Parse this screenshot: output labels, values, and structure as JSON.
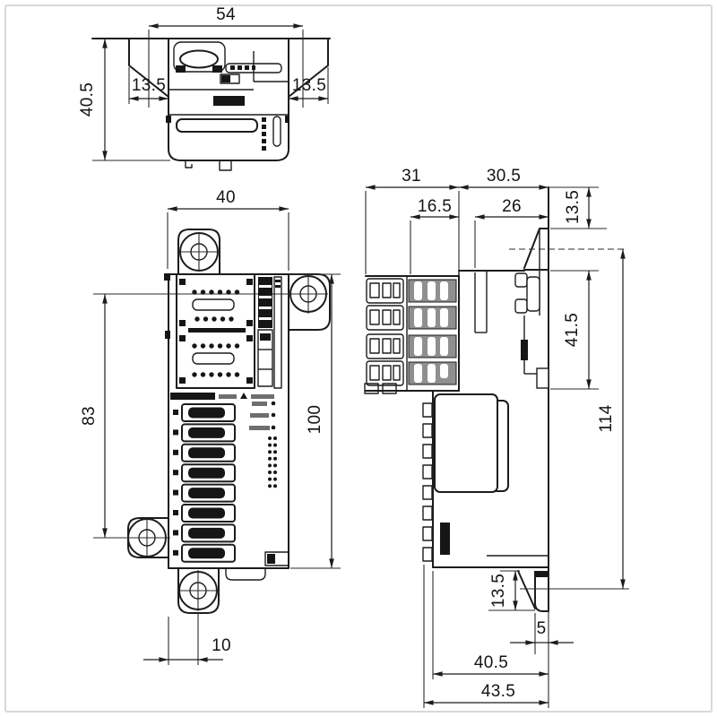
{
  "page": {
    "background": "#ffffff",
    "border_color": "#d8d8d8"
  },
  "drawing": {
    "line_color": "#1c1c1c",
    "dark_fill": "#161616",
    "hatch_gray": "#8f8f8f",
    "views": {
      "top": {
        "dims": {
          "overall_width": "54",
          "overall_height": "40.5",
          "flange_left": "13.5",
          "flange_right": "13.5"
        }
      },
      "front": {
        "dims": {
          "body_width": "40",
          "mount_hole_span": "83",
          "body_height": "100",
          "foot_offset": "10"
        }
      },
      "side": {
        "dims": {
          "terminal_depth": "31",
          "body_depth": "30.5",
          "terminal_inner_depth": "16.5",
          "upper_body_depth": "26",
          "bracket_top_height": "13.5",
          "upper_height": "41.5",
          "overall_height": "114",
          "latch_height": "13.5",
          "latch_protrusion": "5",
          "lower_body_depth": "40.5",
          "overall_depth": "43.5"
        }
      }
    }
  }
}
